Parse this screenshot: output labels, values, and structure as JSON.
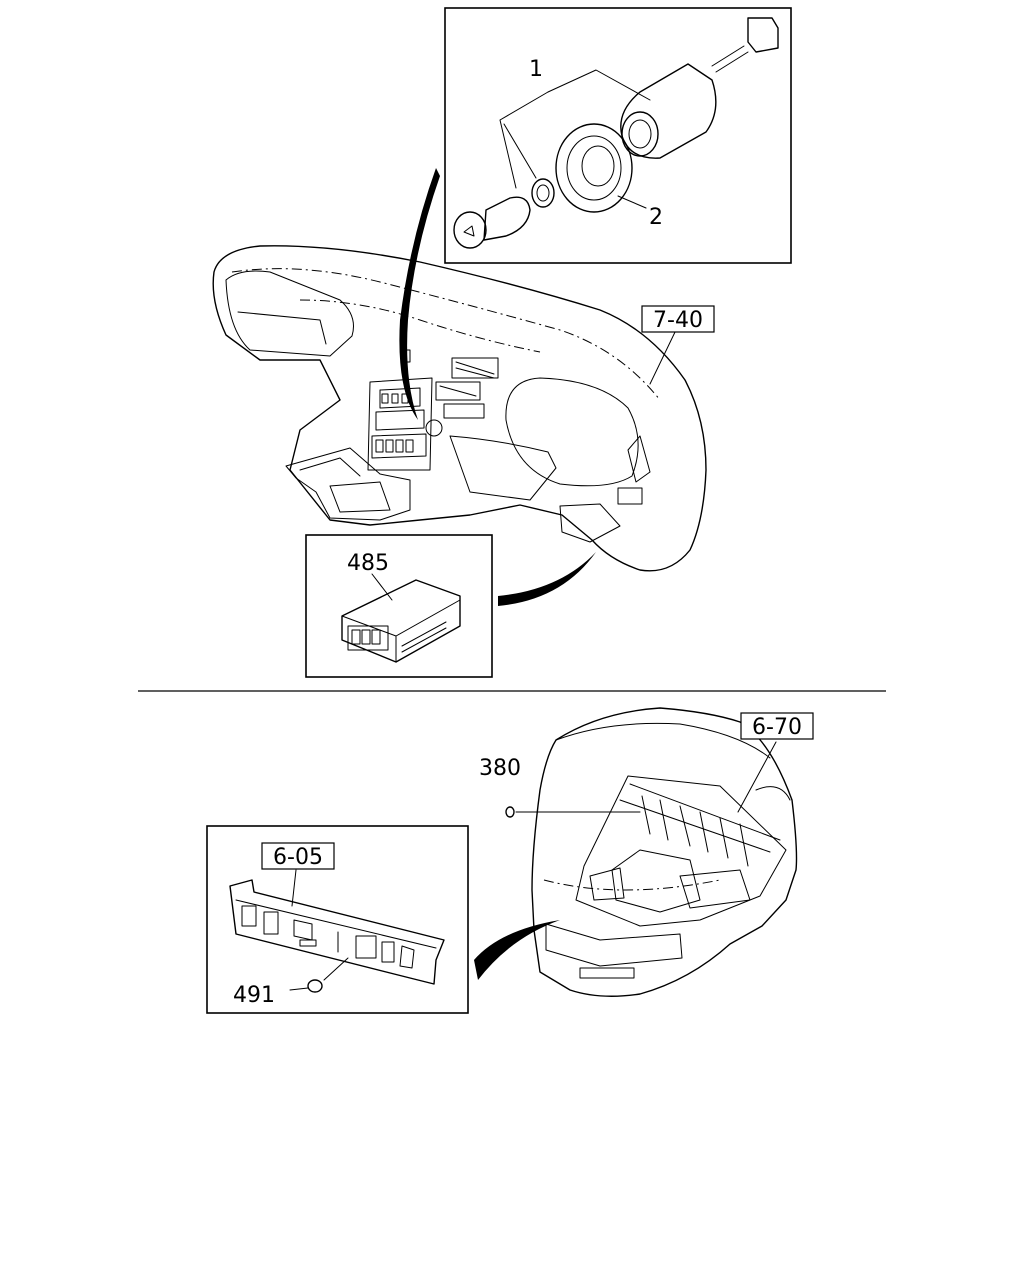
{
  "callouts": {
    "part_1": "1",
    "part_2": "2",
    "ref_dashboard": "7-40",
    "part_485": "485",
    "ref_cab_floor": "6-70",
    "part_380": "380",
    "ref_front_panel": "6-05",
    "part_491": "491"
  }
}
